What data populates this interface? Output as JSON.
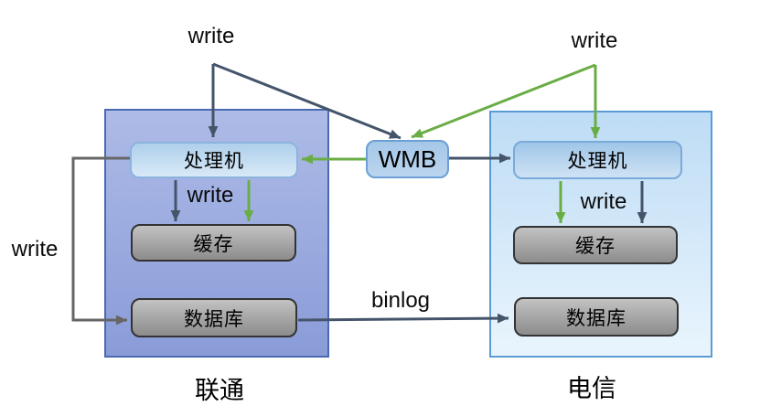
{
  "diagram": {
    "wmb": {
      "label": "WMB"
    },
    "left_group": {
      "caption": "联通",
      "processor": "处理机",
      "cache": "缓存",
      "database": "数据库"
    },
    "right_group": {
      "caption": "电信",
      "processor": "处理机",
      "cache": "缓存",
      "database": "数据库"
    },
    "labels": {
      "write_top_left": "write",
      "write_top_right": "write",
      "write_outer_left": "write",
      "write_inner_left": "write",
      "write_inner_right": "write",
      "binlog": "binlog"
    },
    "colors": {
      "dark_arrow": "#44546a",
      "green_arrow": "#6aad45",
      "gray_arrow": "#666666",
      "unicom_box_fill_top": "#aebbe7",
      "unicom_box_fill_bottom": "#8a9cd8",
      "unicom_box_border": "#4a69b3",
      "telecom_box_fill_top": "#bedcf5",
      "telecom_box_fill_bottom": "#e9f5fd",
      "telecom_box_border": "#5b9bd5",
      "processor_fill_top": "#9fc6e7",
      "processor_fill_bottom": "#d8e9f8",
      "processor_border": "#79aad9",
      "gray_node_fill_top": "#c2c2c2",
      "gray_node_fill_bottom": "#8c8c8c",
      "gray_node_border": "#333333",
      "wmb_fill": "#a5c7e8",
      "wmb_border": "#6b9fd6"
    }
  }
}
